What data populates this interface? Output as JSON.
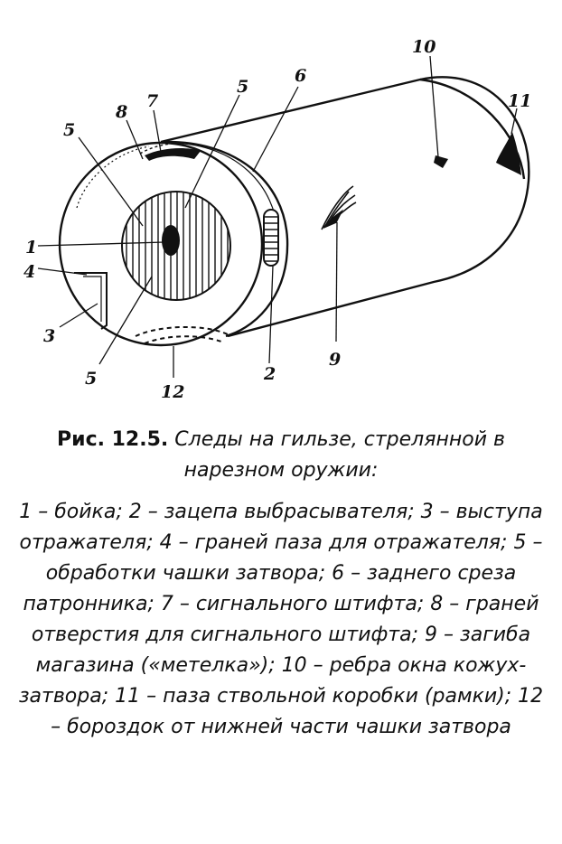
{
  "figure": {
    "labels": {
      "l1": "1",
      "l2": "2",
      "l3": "3",
      "l4": "4",
      "l5a": "5",
      "l5b": "5",
      "l5c": "5",
      "l6": "6",
      "l7": "7",
      "l8": "8",
      "l9": "9",
      "l10": "10",
      "l11": "11",
      "l12": "12"
    }
  },
  "caption": {
    "number": "Рис. 12.5.",
    "title": "Следы на гильзе, стрелянной в нарезном оружии:",
    "items": [
      "1 – бойка;",
      "2 – зацепа выбрасывателя;",
      "3 – выступа отражателя;",
      "4 – граней паза для отражателя;",
      "5 – обработки чашки затвора;",
      "6 – заднего среза патронника;",
      "7 – сигнального штифта;",
      "8 – граней отверстия для сигнального штифта;",
      "9 – загиба магазина («метелка»);",
      "10 – ребра окна кожух-затвора;",
      "11 – паза ствольной коробки (рамки);",
      "12 – бороздок от нижней части чашки затвора"
    ]
  }
}
